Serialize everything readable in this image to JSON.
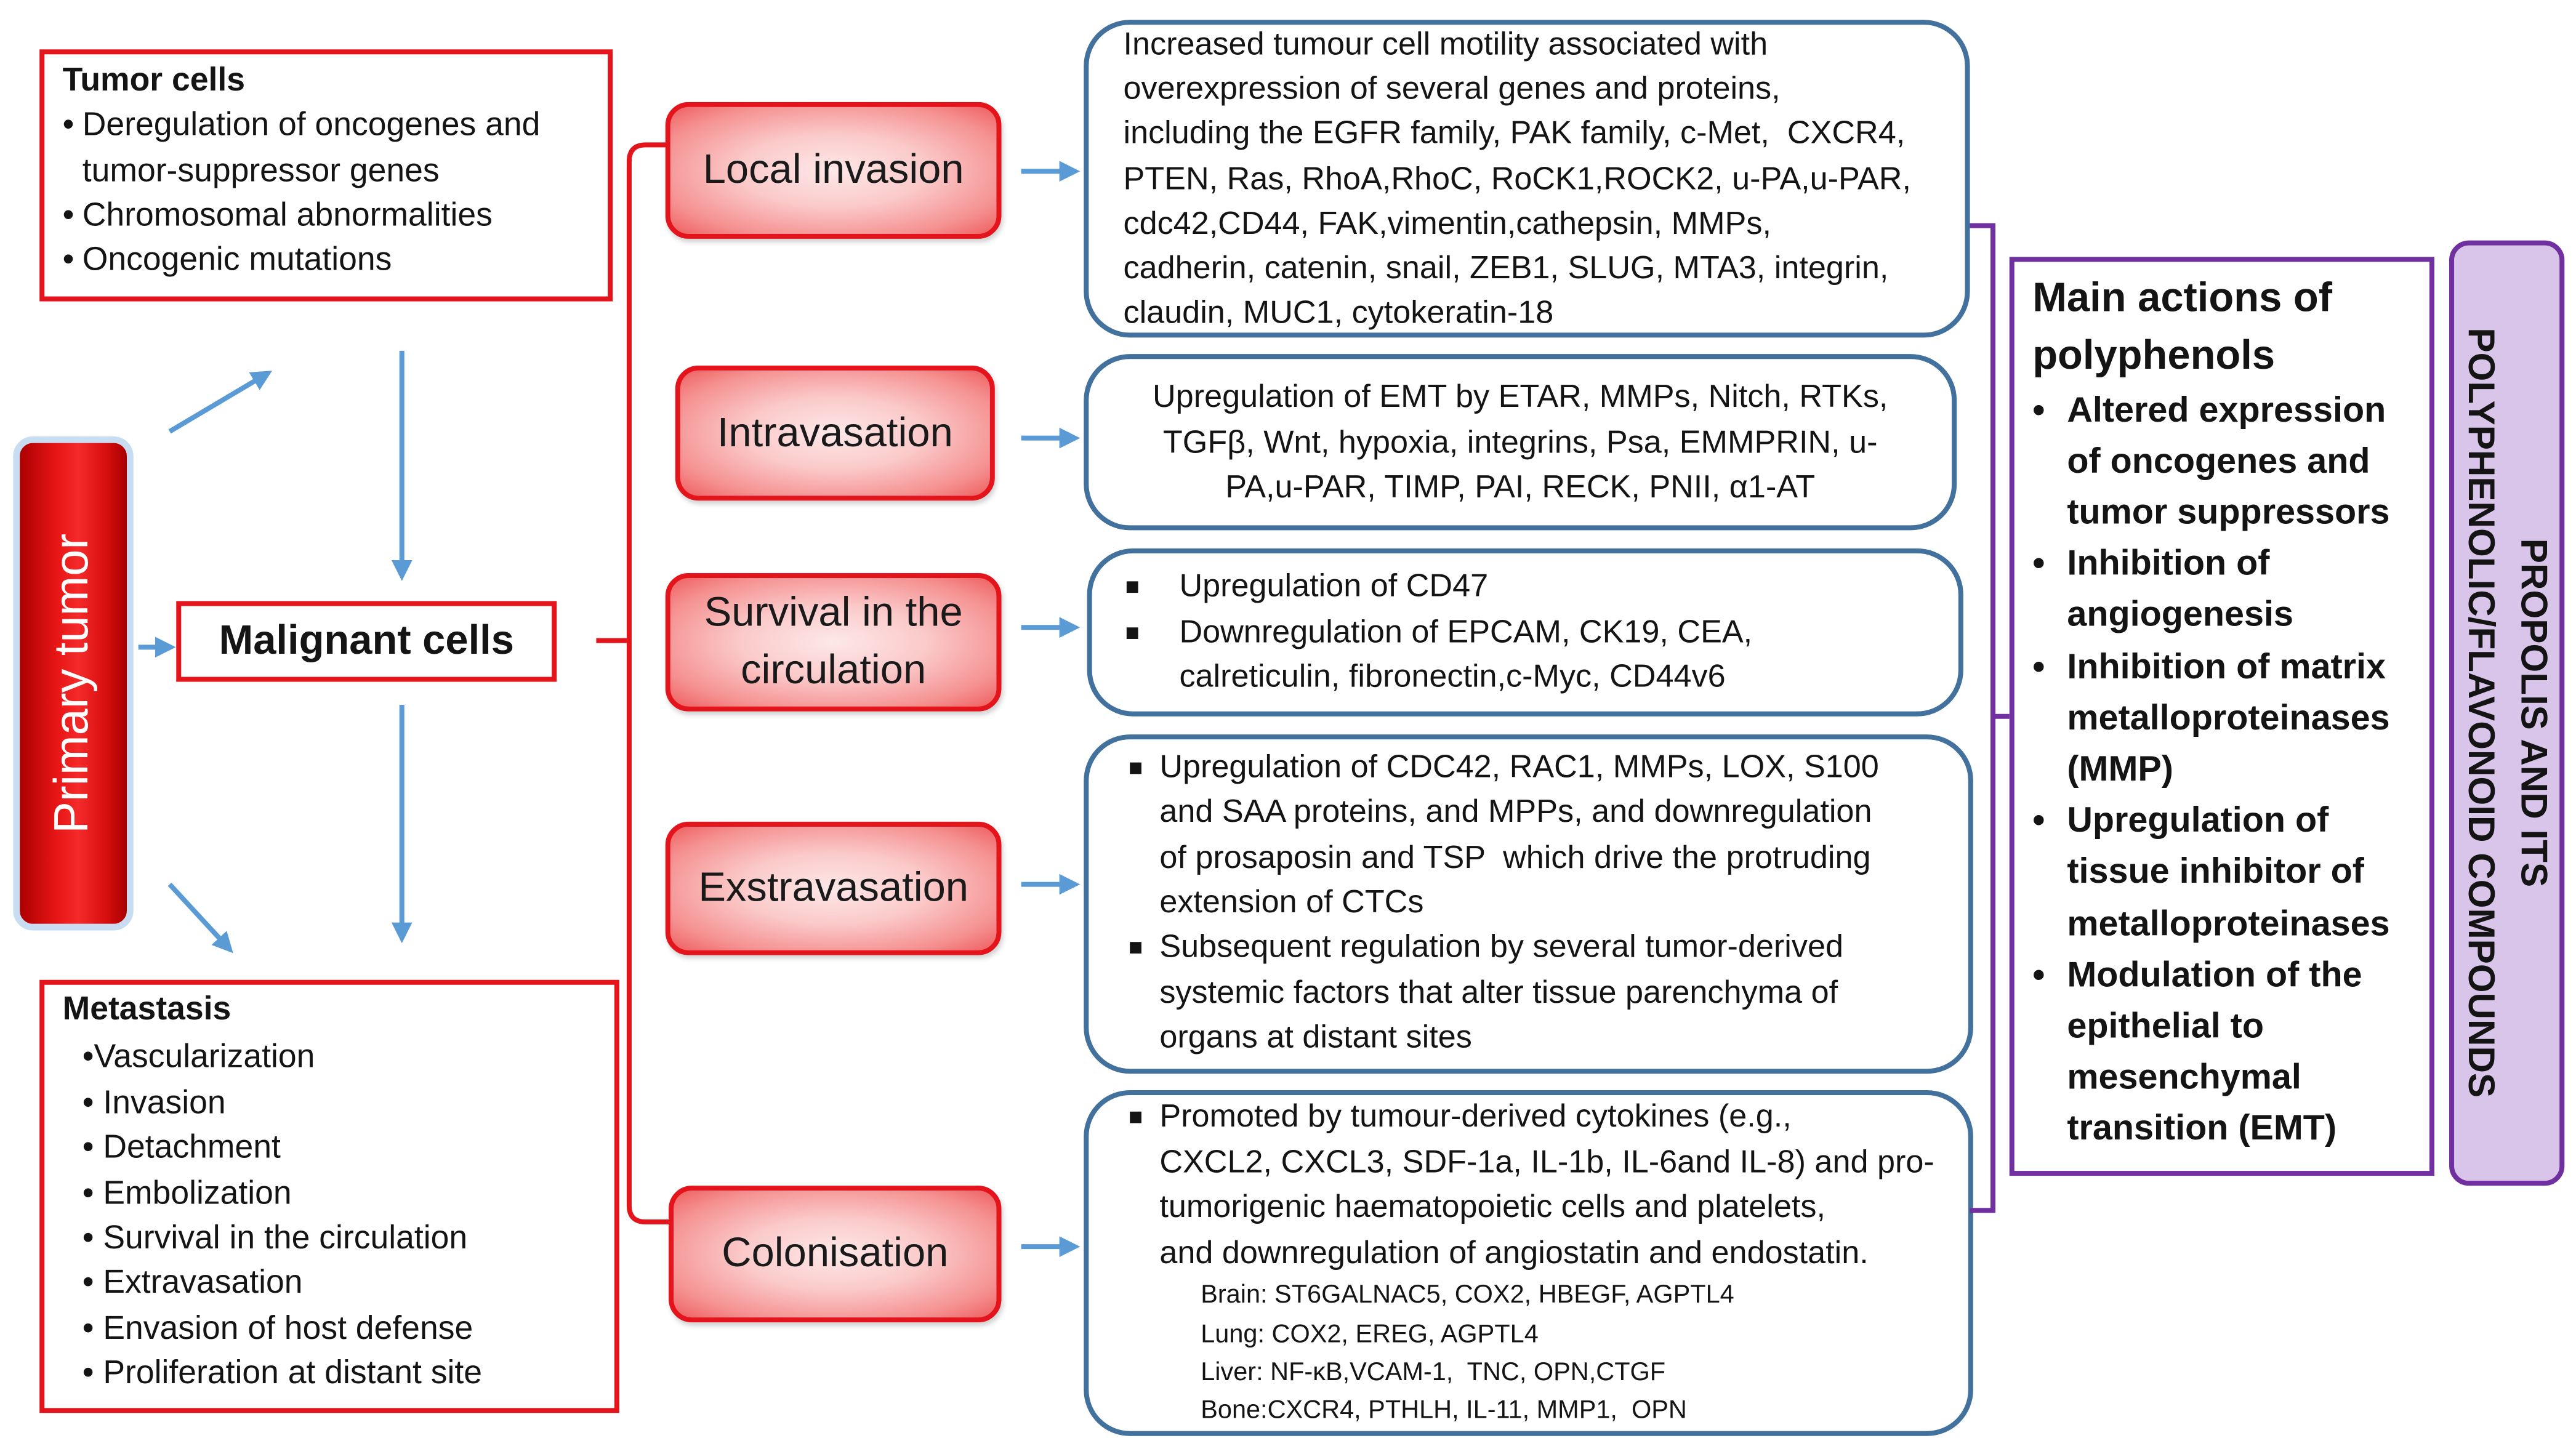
{
  "tumor_cells": {
    "title": "Tumor cells",
    "items": [
      {
        "lines": [
          "Deregulation of oncogenes and",
          "tumor-suppressor genes"
        ]
      },
      {
        "lines": [
          "Chromosomal abnormalities"
        ]
      },
      {
        "lines": [
          "Oncogenic mutations"
        ]
      }
    ]
  },
  "primary_tumor": "Primary tumor",
  "malignant_cells": "Malignant cells",
  "metastasis": {
    "title": "Metastasis",
    "items": [
      "•Vascularization",
      "• Invasion",
      "• Detachment",
      "• Embolization",
      "• Survival in the circulation",
      "• Extravasation",
      "• Envasion of host defense",
      "• Proliferation at distant site"
    ]
  },
  "stages": [
    {
      "lines": [
        "Local invasion"
      ]
    },
    {
      "lines": [
        "Intravasation"
      ]
    },
    {
      "lines": [
        "Survival in the",
        "circulation"
      ]
    },
    {
      "lines": [
        "Exstravasation"
      ]
    },
    {
      "lines": [
        "Colonisation"
      ]
    }
  ],
  "details": {
    "local_invasion": {
      "lines": [
        "Increased tumour cell motility associated with",
        "overexpression of several genes and proteins,",
        "including the EGFR family, PAK family, c-Met,  CXCR4,",
        "PTEN, Ras, RhoA,RhoC, RoCK1,ROCK2, u-PA,u-PAR,",
        "cdc42,CD44, FAK,vimentin,cathepsin, MMPs,",
        "cadherin, catenin, snail, ZEB1, SLUG, MTA3, integrin,",
        "claudin, MUC1, cytokeratin-18"
      ]
    },
    "intravasation": {
      "lines": [
        "Upregulation of EMT by ETAR, MMPs, Nitch, RTKs,",
        "TGFβ, Wnt, hypoxia, integrins, Psa, EMMPRIN, u-",
        "PA,u-PAR, TIMP, PAI, RECK, PNII, α1-AT"
      ]
    },
    "survival": {
      "bullets": [
        {
          "lines": [
            "Upregulation of CD47"
          ]
        },
        {
          "lines": [
            "Downregulation of EPCAM, CK19, CEA,",
            "calreticulin, fibronectin,c-Myc, CD44v6"
          ]
        }
      ]
    },
    "extravasation": {
      "bullets": [
        {
          "lines": [
            "Upregulation of CDC42, RAC1, MMPs, LOX, S100",
            "and SAA proteins, and MPPs, and downregulation",
            "of prosaposin and TSP  which drive the protruding",
            "extension of CTCs"
          ]
        },
        {
          "lines": [
            "Subsequent regulation by several tumor-derived",
            "systemic factors that alter tissue parenchyma of",
            "organs at distant sites"
          ]
        }
      ]
    },
    "colonisation": {
      "bullets": [
        {
          "lines": [
            "Promoted by tumour-derived cytokines (e.g.,",
            "CXCL2, CXCL3, SDF-1a, IL-1b, IL-6and IL-8) and pro-",
            "tumorigenic haematopoietic cells and platelets,",
            "and downregulation of angiostatin and endostatin."
          ]
        }
      ],
      "organs": [
        "Brain: ST6GALNAC5, COX2, HBEGF, AGPTL4",
        "Lung: COX2, EREG, AGPTL4",
        "Liver: NF-κB,VCAM-1,  TNC, OPN,CTGF",
        "Bone:CXCR4, PTHLH, IL-11, MMP1,  OPN"
      ]
    }
  },
  "polyphenols": {
    "title_lines": [
      "Main actions of",
      "polyphenols"
    ],
    "items": [
      {
        "lines": [
          "Altered expression",
          "of oncogenes and",
          "tumor suppressors"
        ]
      },
      {
        "lines": [
          "Inhibition of",
          "angiogenesis"
        ]
      },
      {
        "lines": [
          "Inhibition of matrix",
          "metalloproteinases",
          "(MMP)"
        ]
      },
      {
        "lines": [
          "Upregulation of",
          "tissue inhibitor of",
          "metalloproteinases"
        ]
      },
      {
        "lines": [
          "Modulation of the",
          "epithelial to",
          "mesenchymal",
          "transition (EMT)"
        ]
      }
    ]
  },
  "propolis": {
    "lines": [
      "PROPOLIS AND ITS",
      "POLYPHENOLIC/FLAVONOID COMPOUNDS"
    ]
  },
  "colors": {
    "red": "#e3141b",
    "blue_arrow": "#5b9bd5",
    "blue_border": "#41719c",
    "purple": "#7030a0",
    "lavender": "#d9c5e9"
  }
}
